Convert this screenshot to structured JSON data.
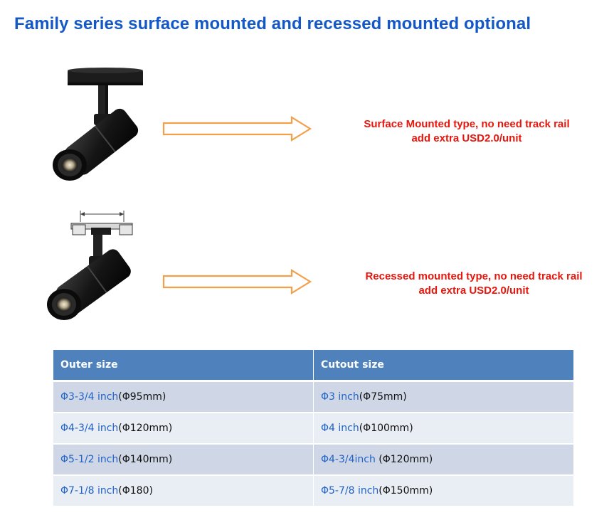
{
  "title": "Family series surface mounted and recessed mounted optional",
  "surface": {
    "line1": "Surface Mounted type, no need track rail",
    "line2": "add extra USD2.0/unit"
  },
  "recessed": {
    "line1": "Recessed mounted type, no need track rail",
    "line2": "add extra USD2.0/unit"
  },
  "table": {
    "headers": [
      "Outer size",
      "Cutout size"
    ],
    "rows": [
      {
        "outer_imperial": "Φ3-3/4 inch",
        "outer_metric": "(Φ95mm)",
        "cutout_imperial": "Φ3 inch",
        "cutout_metric": "(Φ75mm)"
      },
      {
        "outer_imperial": "Φ4-3/4 inch",
        "outer_metric": "(Φ120mm)",
        "cutout_imperial": "Φ4 inch",
        "cutout_metric": "(Φ100mm)"
      },
      {
        "outer_imperial": "Φ5-1/2 inch",
        "outer_metric": "(Φ140mm)",
        "cutout_imperial": "Φ4-3/4inch",
        "cutout_metric": " (Φ120mm)"
      },
      {
        "outer_imperial": "Φ7-1/8 inch",
        "outer_metric": "(Φ180)",
        "cutout_imperial": "Φ5-7/8 inch",
        "cutout_metric": "(Φ150mm)"
      }
    ]
  },
  "colors": {
    "title": "#1458c8",
    "note": "#e8160c",
    "arrow": "#f4a04a",
    "header": "#4f81bd"
  },
  "icons": {
    "surface_image": "surface-mounted-spotlight-photo",
    "recessed_image": "recessed-mounted-spotlight-photo",
    "arrow": "outline-right-arrow"
  }
}
